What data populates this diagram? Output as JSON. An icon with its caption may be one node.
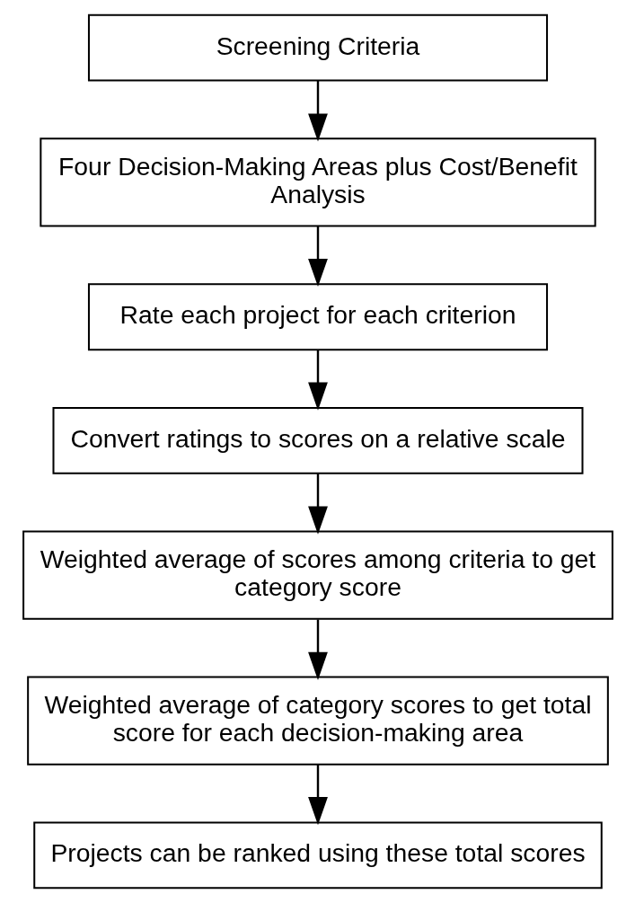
{
  "diagram": {
    "nodes": [
      {
        "text": [
          "Screening Criteria"
        ]
      },
      {
        "text": [
          "Four Decision-Making Areas plus Cost/Benefit Analysis"
        ]
      },
      {
        "text": [
          "Rate each project for each criterion"
        ]
      },
      {
        "text": [
          "Convert ratings to scores on a relative scale"
        ]
      },
      {
        "text": [
          "Weighted average of scores among criteria to get category score"
        ]
      },
      {
        "text": [
          "Weighted average of category scores to get total score for each decision-making area"
        ]
      },
      {
        "text": [
          "Projects can be ranked using these total scores"
        ]
      }
    ],
    "edges": [
      {
        "from": 0,
        "to": 1,
        "arrow": "to"
      },
      {
        "from": 1,
        "to": 2,
        "arrow": "to"
      },
      {
        "from": 2,
        "to": 3,
        "arrow": "to"
      },
      {
        "from": 3,
        "to": 4,
        "arrow": "to"
      },
      {
        "from": 4,
        "to": 5,
        "arrow": "to"
      },
      {
        "from": 5,
        "to": 6,
        "arrow": "to"
      }
    ]
  }
}
